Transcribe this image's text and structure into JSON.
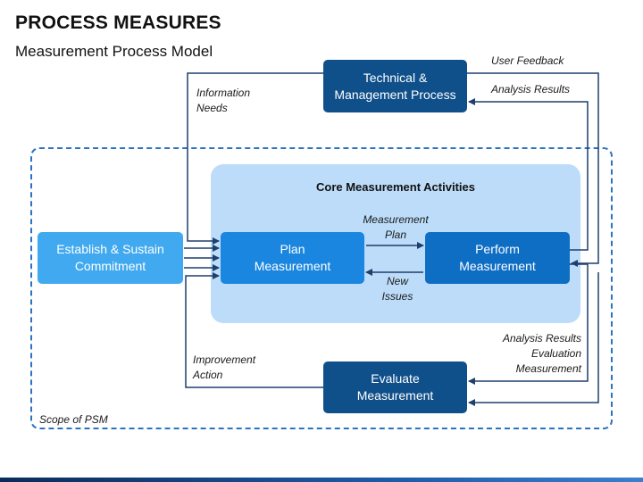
{
  "header": {
    "title": "PROCESS MEASURES",
    "subtitle": "Measurement Process Model"
  },
  "diagram": {
    "scope_label": "Scope of PSM",
    "core_title": "Core Measurement Activities",
    "boxes": {
      "technical": "Technical &\nManagement Process",
      "establish": "Establish & Sustain\nCommitment",
      "plan": "Plan\nMeasurement",
      "perform": "Perform\nMeasurement",
      "evaluate": "Evaluate\nMeasurement"
    },
    "labels": {
      "information_needs": "Information\nNeeds",
      "user_feedback": "User Feedback",
      "analysis_results_top": "Analysis Results",
      "measurement_plan": "Measurement\nPlan",
      "new_issues": "New\nIssues",
      "analysis_results_eval": "Analysis Results\nEvaluation\nMeasurement",
      "improvement_action": "Improvement\nAction"
    },
    "colors": {
      "dark_blue": "#0f4f8a",
      "light_blue": "#41a9ef",
      "mid_blue": "#1a86df",
      "core_fill": "#bcdcf9",
      "scope_border": "#2b73c2"
    }
  }
}
